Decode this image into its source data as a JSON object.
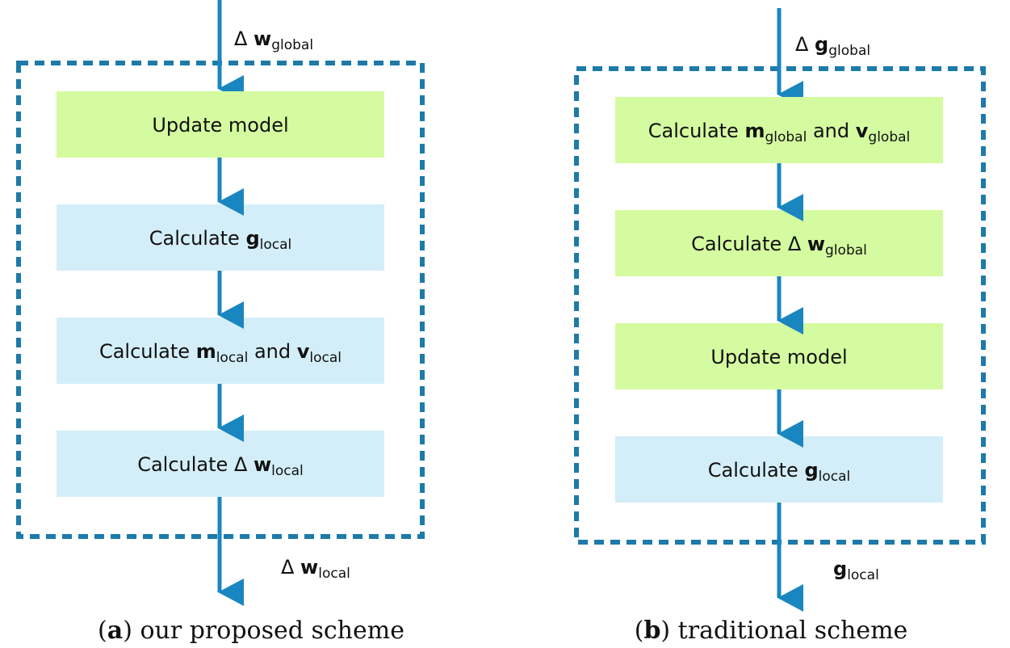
{
  "colors": {
    "arrow": "#1a86c0",
    "dashed_border": "#1d7aa9",
    "green_box": "#d4fba0",
    "blue_box": "#d3eef8"
  },
  "panel_a": {
    "caption_letter": "a",
    "caption_text": " our proposed scheme",
    "input": {
      "prefix": "Δ ",
      "main": "w",
      "sub": "global"
    },
    "output": {
      "prefix": "Δ ",
      "main": "w",
      "sub": "local"
    },
    "steps": [
      {
        "pre": "Update model",
        "m1": "",
        "s1": "",
        "mid": "",
        "m2": "",
        "s2": ""
      },
      {
        "pre": "Calculate ",
        "m1": "g",
        "s1": "local",
        "mid": "",
        "m2": "",
        "s2": ""
      },
      {
        "pre": "Calculate ",
        "m1": "m",
        "s1": "local",
        "mid": " and ",
        "m2": "v",
        "s2": "local"
      },
      {
        "pre": "Calculate Δ ",
        "m1": "w",
        "s1": "local",
        "mid": "",
        "m2": "",
        "s2": ""
      }
    ]
  },
  "panel_b": {
    "caption_letter": "b",
    "caption_text": " traditional scheme",
    "input": {
      "prefix": "Δ ",
      "main": "g",
      "sub": "global"
    },
    "output": {
      "prefix": "",
      "main": "g",
      "sub": "local"
    },
    "steps": [
      {
        "pre": "Calculate ",
        "m1": "m",
        "s1": "global",
        "mid": " and ",
        "m2": "v",
        "s2": "global"
      },
      {
        "pre": "Calculate Δ ",
        "m1": "w",
        "s1": "global",
        "mid": "",
        "m2": "",
        "s2": ""
      },
      {
        "pre": "Update model",
        "m1": "",
        "s1": "",
        "mid": "",
        "m2": "",
        "s2": ""
      },
      {
        "pre": "Calculate ",
        "m1": "g",
        "s1": "local",
        "mid": "",
        "m2": "",
        "s2": ""
      }
    ]
  }
}
